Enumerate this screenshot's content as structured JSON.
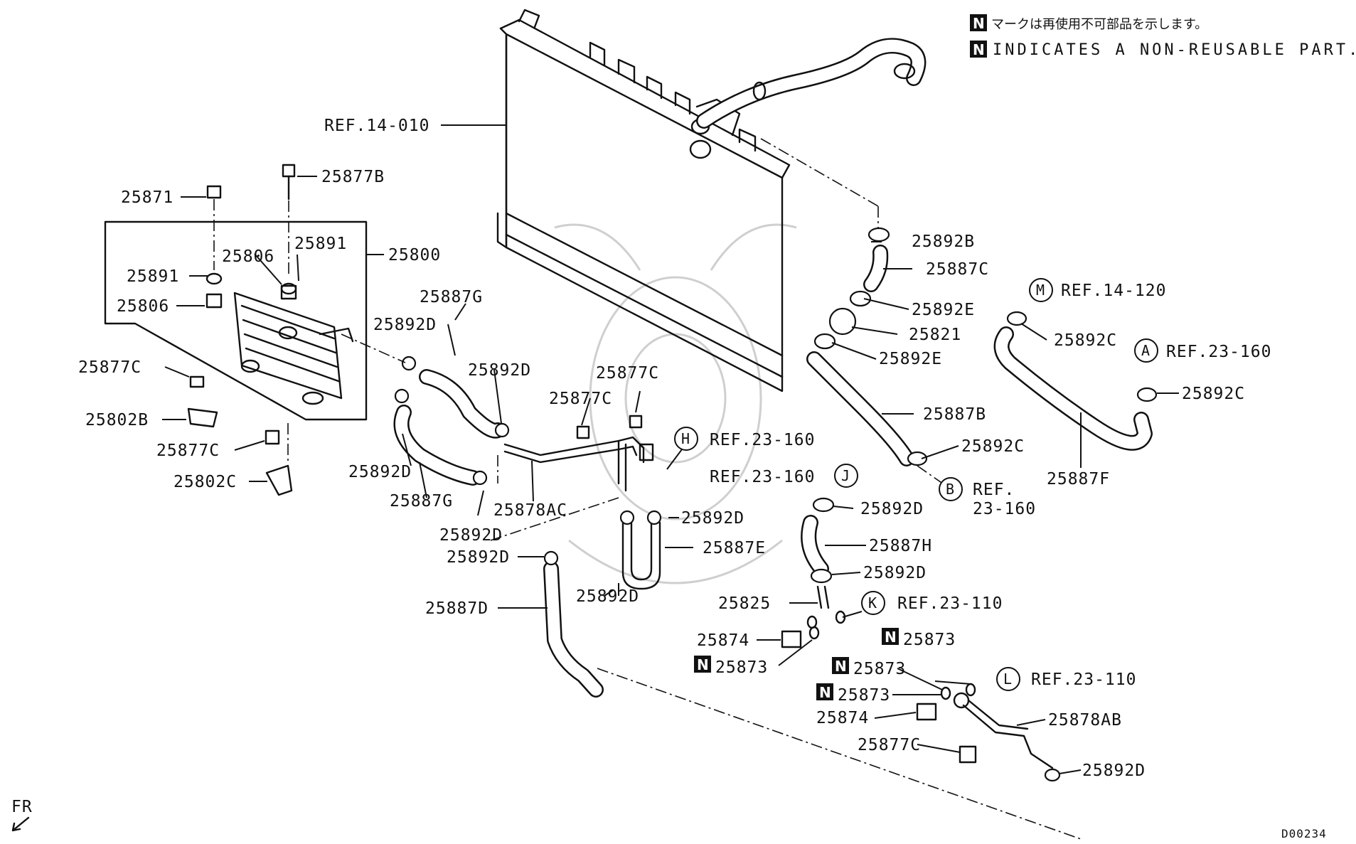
{
  "notes": {
    "jp_mark": "N",
    "jp_text": "マークは再使用不可部品を示します。",
    "en_mark": "N",
    "en_text": "INDICATES A NON-REUSABLE PART."
  },
  "diagram_code": "D00234",
  "orientation": "FR",
  "refs": {
    "radiator": "REF.14-010",
    "m": {
      "letter": "M",
      "text": "REF.14-120"
    },
    "a": {
      "letter": "A",
      "text": "REF.23-160"
    },
    "h": {
      "letter": "H",
      "text": "REF.23-160"
    },
    "j": {
      "letter": "J",
      "text": "REF.23-160"
    },
    "b": {
      "letter": "B",
      "text1": "REF.",
      "text2": "23-160"
    },
    "k": {
      "letter": "K",
      "text": "REF.23-110"
    },
    "l": {
      "letter": "L",
      "text": "REF.23-110"
    }
  },
  "non_reusable_mark": "N",
  "parts": {
    "p25871": "25871",
    "p25877B": "25877B",
    "p25891_left": "25891",
    "p25891_right": "25891",
    "p25806_top": "25806",
    "p25806_left": "25806",
    "p25800": "25800",
    "p25877C_left": "25877C",
    "p25802B": "25802B",
    "p25877C_bottom": "25877C",
    "p25802C": "25802C",
    "p25892D_a": "25892D",
    "p25887G_top": "25887G",
    "p25892D_b": "25892D",
    "p25892D_c": "25892D",
    "p25887G_bottom": "25887G",
    "p25892D_d": "25892D",
    "p25877C_mid1": "25877C",
    "p25877C_mid2": "25877C",
    "p25878AC": "25878AC",
    "p25892D_e": "25892D",
    "p25887E": "25887E",
    "p25892D_f": "25892D",
    "p25892D_g": "25892D",
    "p25887D": "25887D",
    "p25892B": "25892B",
    "p25887C": "25887C",
    "p25892E_top": "25892E",
    "p25821": "25821",
    "p25892E_bottom": "25892E",
    "p25887B": "25887B",
    "p25892C_mid": "25892C",
    "p25892C_right1": "25892C",
    "p25892C_right2": "25892C",
    "p25887F": "25887F",
    "p25892D_h": "25892D",
    "p25887H": "25887H",
    "p25892D_i": "25892D",
    "p25825": "25825",
    "p25874_top": "25874",
    "p25873_a": "25873",
    "p25873_b": "25873",
    "p25873_c": "25873",
    "p25873_d": "25873",
    "p25874_bottom": "25874",
    "p25878AB": "25878AB",
    "p25877C_lower": "25877C",
    "p25892D_j": "25892D"
  }
}
